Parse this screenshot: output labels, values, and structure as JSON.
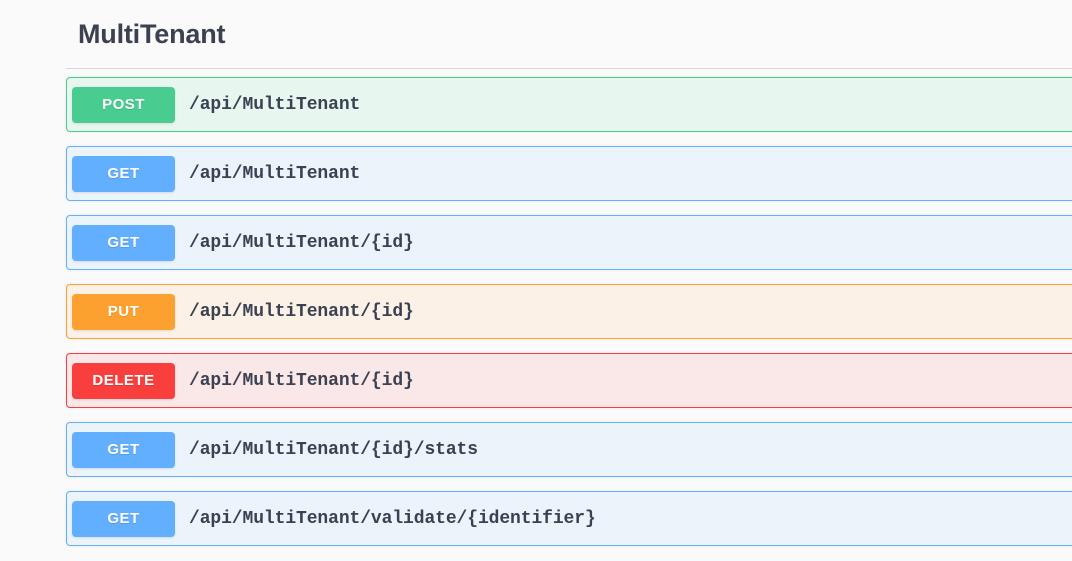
{
  "tag": {
    "title": "MultiTenant"
  },
  "operations": [
    {
      "method": "POST",
      "method_class": "post",
      "path": "/api/MultiTenant",
      "accent_color": "#49cc90",
      "background_color": "#e8f6f0"
    },
    {
      "method": "GET",
      "method_class": "get",
      "path": "/api/MultiTenant",
      "accent_color": "#61affe",
      "background_color": "#ebf3fb"
    },
    {
      "method": "GET",
      "method_class": "get",
      "path": "/api/MultiTenant/{id}",
      "accent_color": "#61affe",
      "background_color": "#ebf3fb"
    },
    {
      "method": "PUT",
      "method_class": "put",
      "path": "/api/MultiTenant/{id}",
      "accent_color": "#fca130",
      "background_color": "#fbf1e6"
    },
    {
      "method": "DELETE",
      "method_class": "delete",
      "path": "/api/MultiTenant/{id}",
      "accent_color": "#f93e3e",
      "background_color": "#fae7e7"
    },
    {
      "method": "GET",
      "method_class": "get",
      "path": "/api/MultiTenant/{id}/stats",
      "accent_color": "#61affe",
      "background_color": "#ebf3fb"
    },
    {
      "method": "GET",
      "method_class": "get",
      "path": "/api/MultiTenant/validate/{identifier}",
      "accent_color": "#61affe",
      "background_color": "#ebf3fb"
    }
  ],
  "theme": {
    "page_background": "#fafafa",
    "title_color": "#3b4151",
    "path_text_color": "#3b4151",
    "divider_color": "#d8d8d8"
  }
}
